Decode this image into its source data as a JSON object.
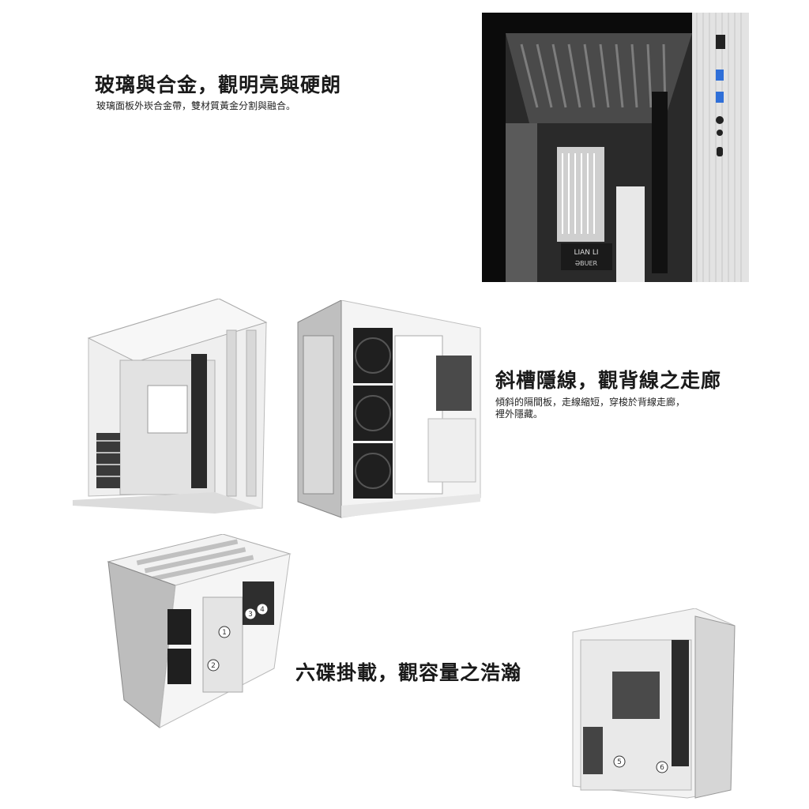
{
  "sections": [
    {
      "heading": "玻璃與合金，觀明亮與硬朗",
      "description": "玻璃面板外崁合金帶，雙材質黃金分割與融合。"
    },
    {
      "heading": "斜槽隱線，觀背線之走廊",
      "description_line1": "傾斜的隔間板，走線縮短，穿梭於背線走廊，",
      "description_line2": "裡外隱藏。"
    },
    {
      "heading": "六碟掛載，觀容量之浩瀚"
    }
  ],
  "brand_logo_text": "LIAN LI",
  "psu_cover_text": "ƏBUER",
  "drive_markers": [
    "1",
    "2",
    "3",
    "4",
    "5",
    "6"
  ]
}
